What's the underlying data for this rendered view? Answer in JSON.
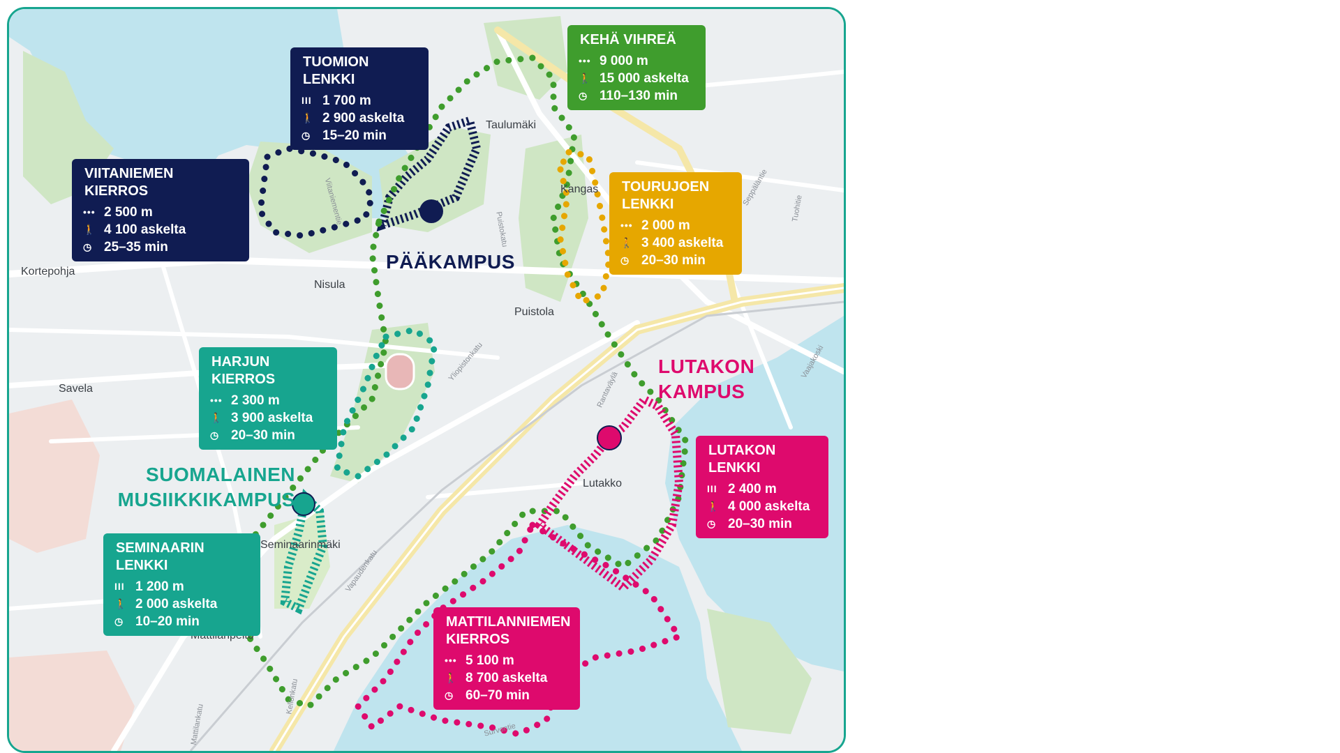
{
  "colors": {
    "navy": "#101c52",
    "green": "#3f9d2d",
    "gold": "#e6a700",
    "teal": "#17a58f",
    "pink": "#de0a6d",
    "water": "#bfe4ee",
    "park": "#cfe6c4",
    "land": "#eceff1",
    "road": "#ffffff",
    "highway": "#f5e7a8"
  },
  "icons": {
    "dots": "three-dots-icon",
    "dashes": "dash-marks-icon",
    "walker": "walking-person-icon",
    "clock": "clock-icon"
  },
  "routes": [
    {
      "title": "TUOMION LENKKI",
      "distance": "1 700 m",
      "steps": "2 900 askelta",
      "time": "15–20 min",
      "marker": "dashes",
      "color": "navy"
    },
    {
      "title": "KEHÄ VIHREÄ",
      "distance": "9 000 m",
      "steps": "15 000 askelta",
      "time": "110–130 min",
      "marker": "dots",
      "color": "green"
    },
    {
      "title": "VIITANIEMEN KIERROS",
      "distance": "2 500 m",
      "steps": "4 100 askelta",
      "time": "25–35 min",
      "marker": "dots",
      "color": "navy"
    },
    {
      "title": "TOURUJOEN LENKKI",
      "distance": "2 000 m",
      "steps": "3 400 askelta",
      "time": "20–30 min",
      "marker": "dots",
      "color": "gold"
    },
    {
      "title": "HARJUN KIERROS",
      "distance": "2 300 m",
      "steps": "3 900 askelta",
      "time": "20–30 min",
      "marker": "dots",
      "color": "teal"
    },
    {
      "title": "LUTAKON LENKKI",
      "distance": "2 400 m",
      "steps": "4 000 askelta",
      "time": "20–30 min",
      "marker": "dashes",
      "color": "pink"
    },
    {
      "title": "SEMINAARIN LENKKI",
      "distance": "1 200 m",
      "steps": "2 000 askelta",
      "time": "10–20 min",
      "marker": "dashes",
      "color": "teal"
    },
    {
      "title": "MATTILANNIEMEN KIERROS",
      "distance": "5 100 m",
      "steps": "8 700 askelta",
      "time": "60–70 min",
      "marker": "dots",
      "color": "pink"
    }
  ],
  "campuses": {
    "paakampus": "PÄÄKAMPUS",
    "lutakko": "LUTAKON KAMPUS",
    "musiikki": "SUOMALAINEN MUSIIKKIKAMPUS"
  },
  "places": {
    "taulumaki": "Taulumäki",
    "kangas": "Kangas",
    "kortepohja": "Kortepohja",
    "nisula": "Nisula",
    "puistola": "Puistola",
    "savela": "Savela",
    "lutakko": "Lutakko",
    "seminaarinmaki": "Seminaarinmäki",
    "mattilanpelto": "Mattilanpelto"
  },
  "streets": {
    "yliopistonkatu": "Yliopistonkatu",
    "rantavayla": "Rantaväylä",
    "vapaudenkatu": "Vapaudenkatu",
    "keskikatu": "Puistokatu",
    "seppalantie": "Seppäläntie",
    "tuohitie": "Tuohitie",
    "kellonkatu": "Kellonkatu",
    "mattilankatu": "Mattilankatu",
    "survontie": "Survontie",
    "viitaniementie": "Viitaniementie",
    "vaajakoski": "Vaajakoski"
  }
}
